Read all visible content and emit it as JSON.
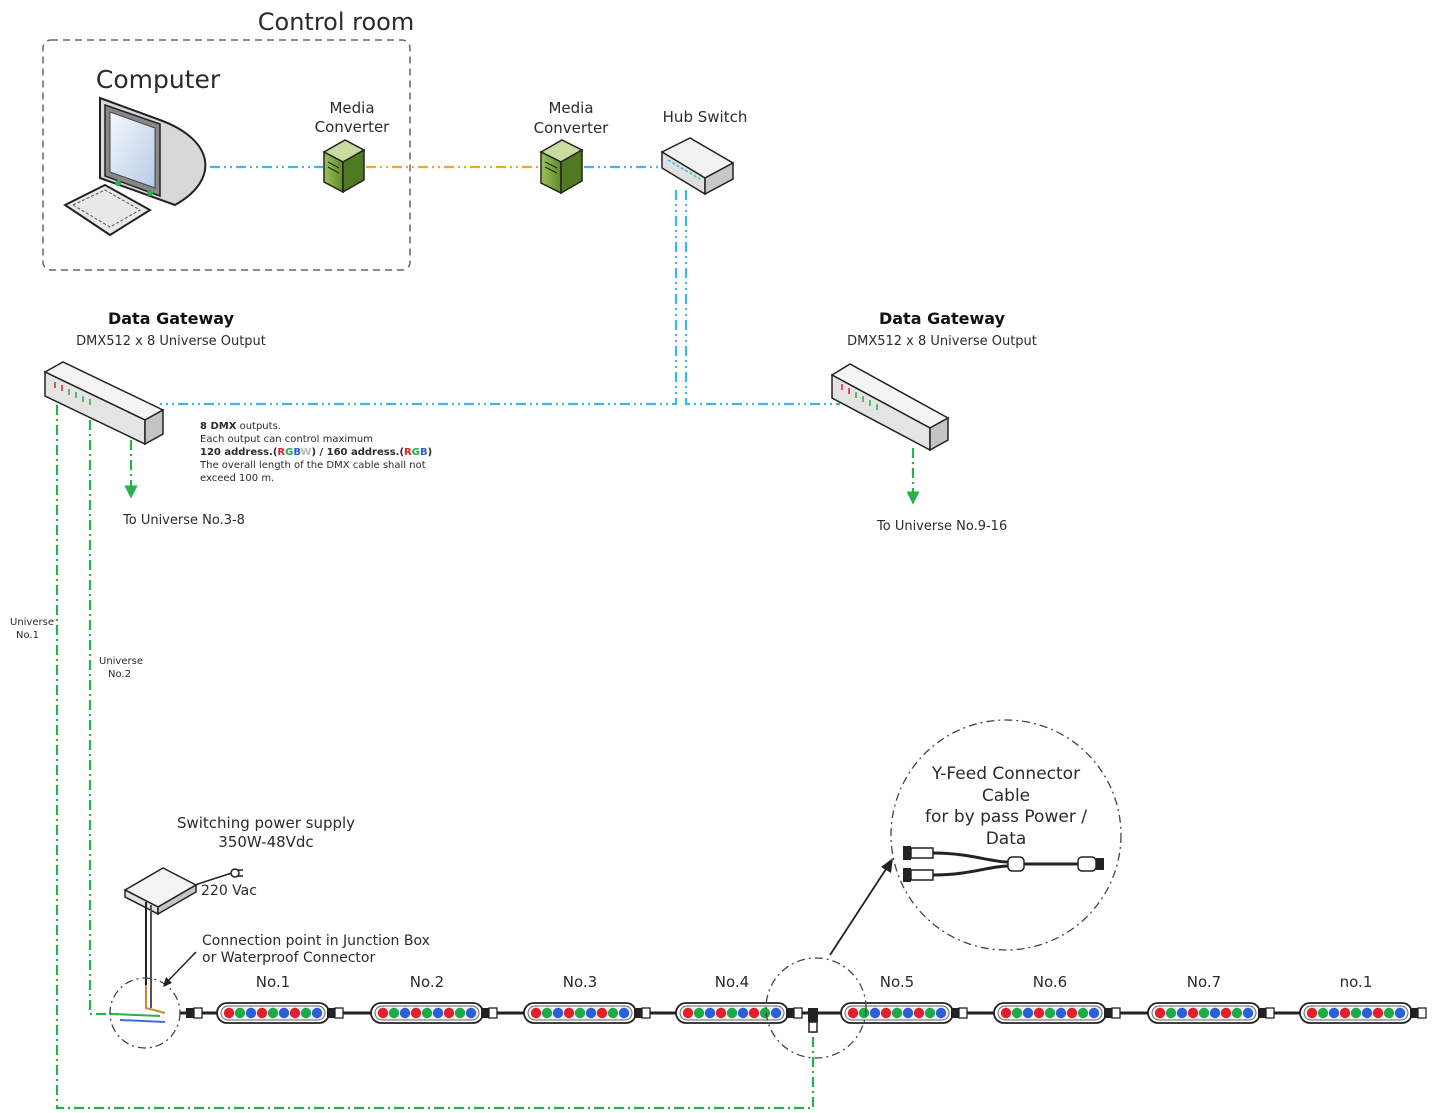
{
  "control_room": {
    "title": "Control room",
    "computer_label": "Computer"
  },
  "media_converter_1": {
    "line1": "Media",
    "line2": "Converter"
  },
  "media_converter_2": {
    "line1": "Media",
    "line2": "Converter"
  },
  "hub_switch": {
    "label": "Hub Switch"
  },
  "gateway_left": {
    "title": "Data Gateway",
    "subtitle": "DMX512 x 8 Universe Output",
    "destination": "To Universe No.3-8"
  },
  "gateway_right": {
    "title": "Data Gateway",
    "subtitle": "DMX512 x 8 Universe Output",
    "destination": "To Universe No.9-16"
  },
  "dmx_note": {
    "line1_bold": "8 DMX",
    "line1_rest": " outputs.",
    "line2": "Each output can control maximum",
    "line3_a": "120 address.(",
    "line3_r": "R",
    "line3_g": "G",
    "line3_b": "B",
    "line3_w": "W",
    "line3_mid": ") / 160 address.(",
    "line3_r2": "R",
    "line3_g2": "G",
    "line3_b2": "B",
    "line3_end": ")",
    "line4": "The overall length of the DMX cable shall not",
    "line5": "exceed 100 m."
  },
  "universe_1": {
    "line1": "Universe",
    "line2": "No.1"
  },
  "universe_2": {
    "line1": "Universe",
    "line2": "No.2"
  },
  "power_supply": {
    "line1": "Switching power supply",
    "line2": "350W-48Vdc",
    "ac_label": "220 Vac"
  },
  "connection_point": {
    "line1": "Connection point in Junction Box",
    "line2": "or Waterproof Connector"
  },
  "y_feed": {
    "line1": "Y-Feed Connector",
    "line2": "Cable",
    "line3": "for by pass Power /",
    "line4": "Data"
  },
  "fixtures": [
    {
      "label": "No.1"
    },
    {
      "label": "No.2"
    },
    {
      "label": "No.3"
    },
    {
      "label": "No.4"
    },
    {
      "label": "No.5"
    },
    {
      "label": "No.6"
    },
    {
      "label": "No.7"
    },
    {
      "label": "no.1"
    }
  ],
  "colors": {
    "ethernet": "#3db7e4",
    "fiber": "#f2a81d",
    "dmx": "#29b04a",
    "led_red": "#e0202a",
    "led_green": "#1faa4a",
    "led_blue": "#2a5fd8"
  }
}
